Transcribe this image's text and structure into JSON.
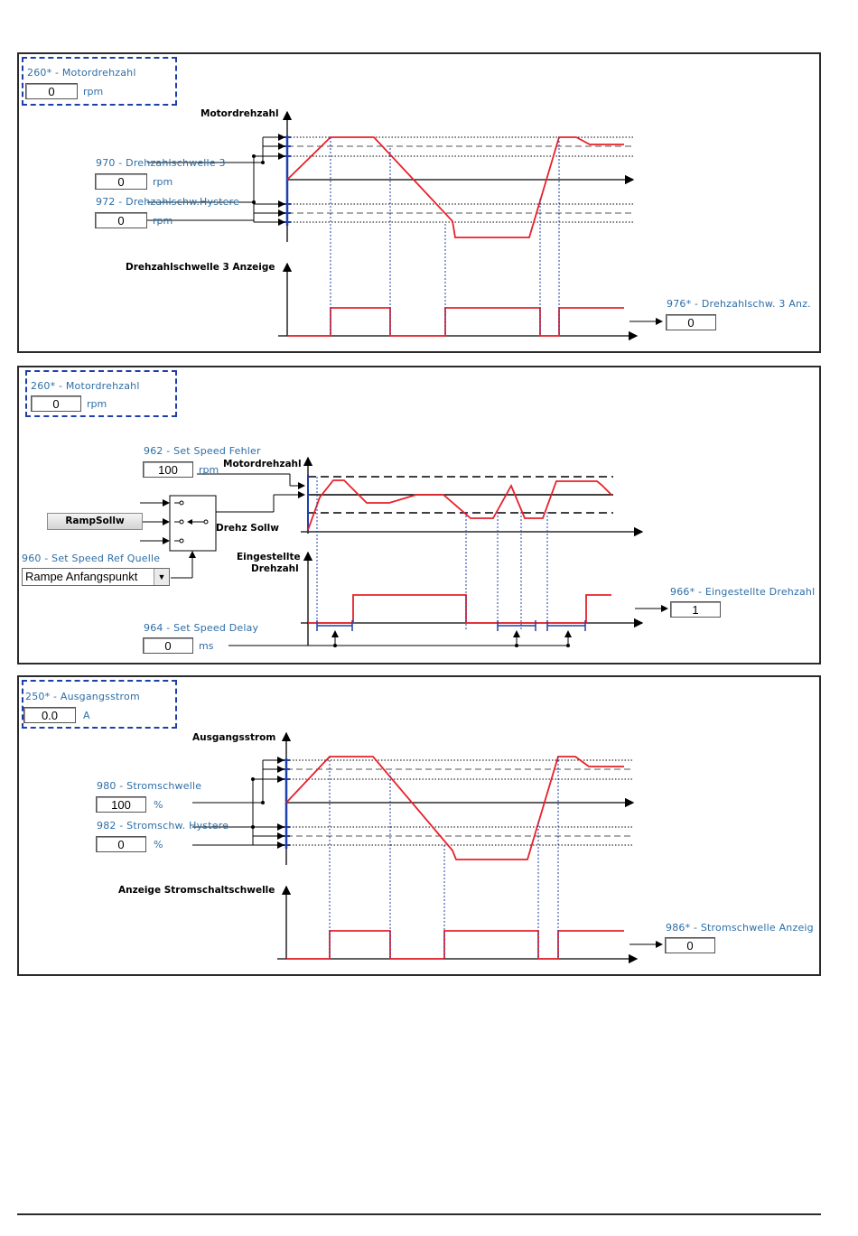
{
  "panel1": {
    "group": {
      "label": "260* - Motordrehzahl",
      "value": "0",
      "unit": "rpm"
    },
    "axis_top": "Motordrehzahl",
    "threshold": {
      "label": "970 - Drehzahlschwelle 3",
      "value": "0",
      "unit": "rpm"
    },
    "hysteresis": {
      "label": "972 - Drehzahlschw.Hystere",
      "value": "0",
      "unit": "rpm"
    },
    "axis_bottom": "Drehzahlschwelle 3 Anzeige",
    "output": {
      "label": "976* - Drehzahlschw. 3 Anz.",
      "value": "0"
    }
  },
  "panel2": {
    "group": {
      "label": "260* - Motordrehzahl",
      "value": "0",
      "unit": "rpm"
    },
    "speed_error": {
      "label": "962 - Set Speed Fehler",
      "value": "100",
      "unit": "rpm"
    },
    "axis_top": "Motordrehzahl",
    "ramp_button": "RampSollw",
    "switch_label": "Drehz Sollw",
    "ref_source": {
      "label": "960 - Set Speed Ref Quelle",
      "selected": "Rampe Anfangspunkt"
    },
    "axis_bottom_line1": "Eingestellte",
    "axis_bottom_line2": "Drehzahl",
    "output": {
      "label": "966* - Eingestellte Drehzahl",
      "value": "1"
    },
    "delay": {
      "label": "964 - Set Speed Delay",
      "value": "0",
      "unit": "ms"
    }
  },
  "panel3": {
    "group": {
      "label": "250* - Ausgangsstrom",
      "value": "0.0",
      "unit": "A"
    },
    "axis_top": "Ausgangsstrom",
    "threshold": {
      "label": "980 - Stromschwelle",
      "value": "100",
      "unit": "%"
    },
    "hysteresis": {
      "label": "982 - Stromschw. Hystere",
      "value": "0",
      "unit": "%"
    },
    "axis_bottom": "Anzeige Stromschaltschwelle",
    "output": {
      "label": "986* - Stromschwelle Anzeig",
      "value": "0"
    }
  },
  "colors": {
    "signal": "#e8202a",
    "marker": "#1f3fa8",
    "label": "#2d6ea6",
    "border": "#2b2b2b"
  }
}
